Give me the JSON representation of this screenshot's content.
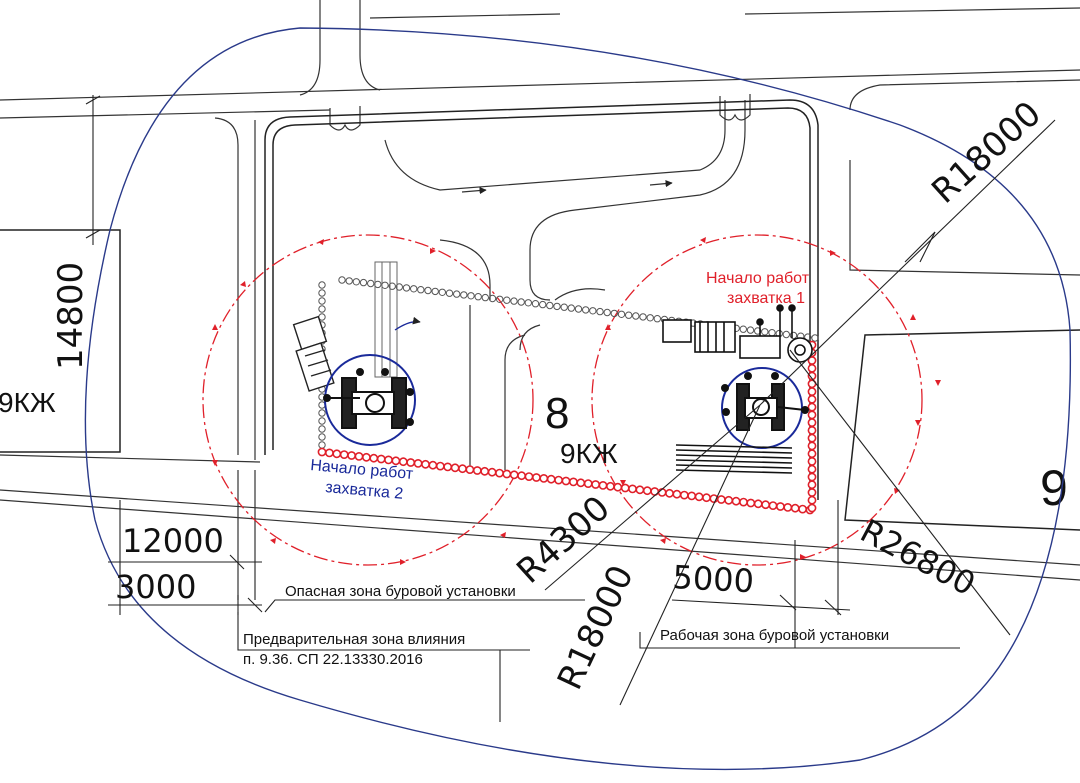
{
  "building_number": "8",
  "building_code": "9КЖ",
  "left_building_code": "9КЖ",
  "right_building_code": "9",
  "dimensions": {
    "r_large_work": "R18000",
    "r_small": "R4300",
    "r_large_bottom": "R18000",
    "r_influence": "R26800",
    "d_14800": "14800",
    "d_12000": "12000",
    "d_3000": "3000",
    "d_5000": "5000"
  },
  "labels": {
    "start_work_1_line1": "Начало работ",
    "start_work_1_line2": "захватка 1",
    "start_work_2_line1": "Начало работ",
    "start_work_2_line2": "захватка 2",
    "danger_zone": "Опасная зона буровой установки",
    "prelim_zone_line1": "Предварительная зона влияния",
    "prelim_zone_line2": "п. 9.36. СП 22.13330.2016",
    "work_zone": "Рабочая зона буровой установки"
  },
  "colors": {
    "line": "#222222",
    "red": "#e0202a",
    "blue": "#1a2a9a",
    "influence": "#2a3a8a"
  }
}
